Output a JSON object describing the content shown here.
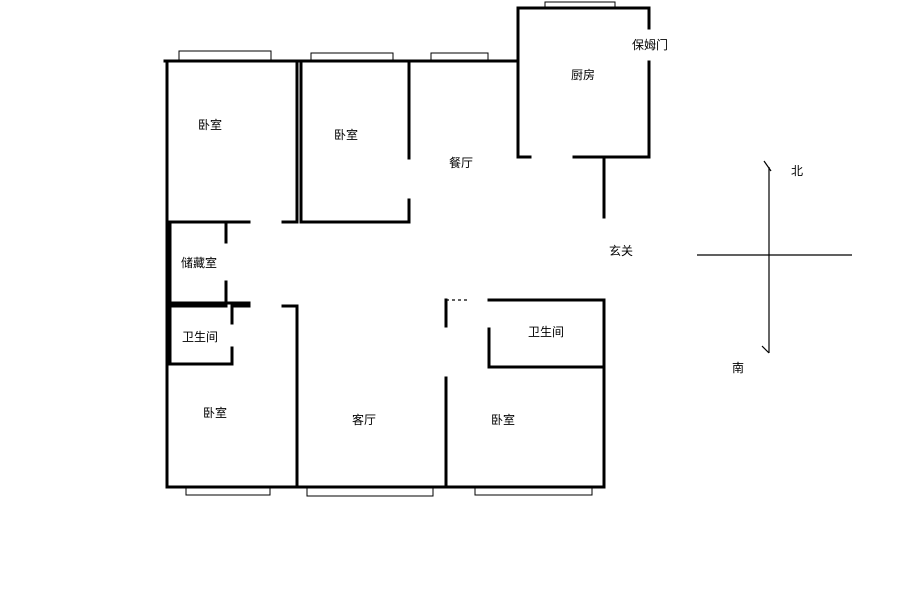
{
  "rooms": {
    "bedroom_top_left": "卧室",
    "bedroom_top_middle": "卧室",
    "dining_room": "餐厅",
    "kitchen": "厨房",
    "service_door": "保姆门",
    "storage_room": "储藏室",
    "foyer": "玄关",
    "bathroom_left": "卫生间",
    "bathroom_right": "卫生间",
    "bedroom_bottom_left": "卧室",
    "living_room": "客厅",
    "bedroom_bottom_right": "卧室"
  },
  "compass": {
    "north": "北",
    "south": "南"
  }
}
